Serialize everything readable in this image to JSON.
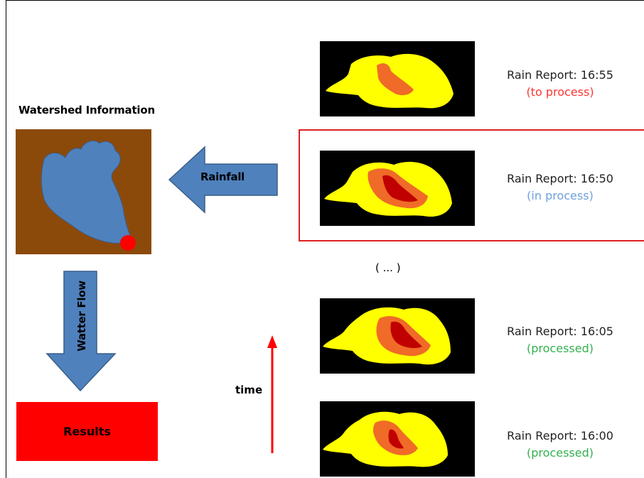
{
  "watershed": {
    "title": "Watershed Information"
  },
  "arrows": {
    "rainfall_label": "Rainfall",
    "flow_label": "Watter Flow",
    "time_label": "time"
  },
  "results": {
    "label": "Results"
  },
  "ellipsis": "( ... )",
  "reports": [
    {
      "title": "Rain Report: 16:55",
      "status": "(to process)",
      "status_color": "#ff3333",
      "intensity": "low"
    },
    {
      "title": "Rain Report: 16:50",
      "status": "(in process)",
      "status_color": "#6f9fdc",
      "intensity": "high",
      "highlighted": true
    },
    {
      "title": "Rain Report: 16:05",
      "status": "(processed)",
      "status_color": "#33b050",
      "intensity": "high"
    },
    {
      "title": "Rain Report: 16:00",
      "status": "(processed)",
      "status_color": "#33b050",
      "intensity": "medium"
    }
  ],
  "colors": {
    "watershed_bg": "#8c4a0a",
    "watershed_lake": "#4f81bd",
    "outlet_dot": "#ff0000",
    "arrow_fill": "#4f81bd",
    "results_box": "#ff0000",
    "time_arrow": "#ff0000",
    "highlight_border": "#e02020",
    "rain_outer": "#ffff00",
    "rain_mid": "#f06a28",
    "rain_core": "#c00000"
  }
}
